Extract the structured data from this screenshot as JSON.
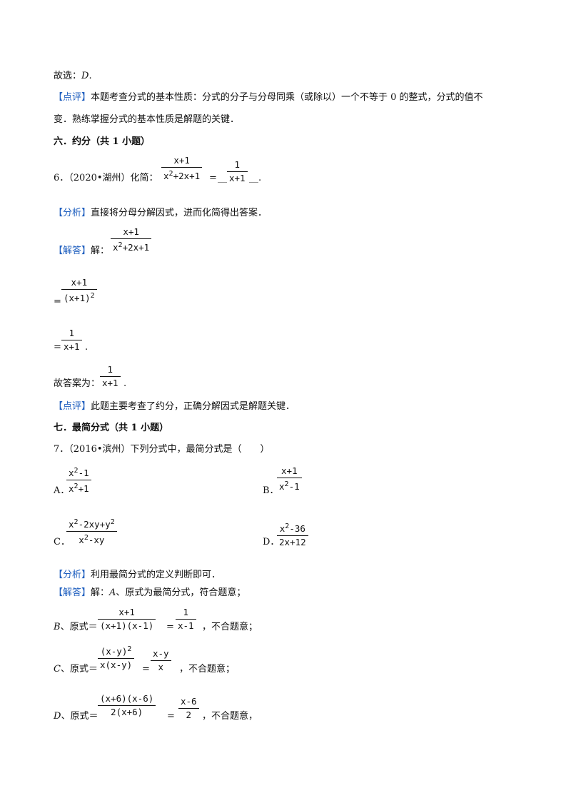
{
  "top": {
    "l1": "故选：",
    "l1_ans": "D",
    "l1_end": ".",
    "dp_tag": "【点评】",
    "dp_text1": "本题考查分式的基本性质：分式的分子与分母同乘（或除以）一个不等于 0 的整式，分式的值不",
    "dp_text2": "变．熟练掌握分式的基本性质是解题的关键．"
  },
  "sec6": {
    "heading": "六．约分（共 1 小题）",
    "q_text": "6．（2020•湖州）化简：",
    "q_num": "x+1",
    "q_den_a": "x",
    "q_den_exp": "2",
    "q_den_b": "+2x+1",
    "q_eq": "=",
    "q_blank_l": "__",
    "q_ans_num": "1",
    "q_ans_den": "x+1",
    "q_blank_r": "__.",
    "fx_tag": "【分析】",
    "fx_text": "直接将分母分解因式，进而化简得出答案．",
    "jd_tag": "【解答】",
    "jd_text": "解：",
    "s1_num": "x+1",
    "s1_den_a": "x",
    "s1_den_exp": "2",
    "s1_den_b": "+2x+1",
    "s2_eq": "=",
    "s2_num": "x+1",
    "s2_den_a": "(x+1)",
    "s2_den_exp": "2",
    "s3_eq": "=",
    "s3_num": "1",
    "s3_den": "x+1",
    "s3_end": ".",
    "ans_text": "故答案为：",
    "ans_num": "1",
    "ans_den": "x+1",
    "ans_end": ".",
    "dp_tag": "【点评】",
    "dp_text": "此题主要考查了约分，正确分解因式是解题关键．"
  },
  "sec7": {
    "heading": "七．最简分式（共 1 小题）",
    "q_text": "7．（2016•滨州）下列分式中，最简分式是（　　）",
    "options": [
      {
        "label": "A．",
        "num_a": "x",
        "num_exp": "2",
        "num_b": "-1",
        "den_a": "x",
        "den_exp": "2",
        "den_b": "+1"
      },
      {
        "label": "B．",
        "num_a": "x+1",
        "num_exp": "",
        "num_b": "",
        "den_a": "x",
        "den_exp": "2",
        "den_b": "-1"
      },
      {
        "label": "C．",
        "num_a": "x",
        "num_exp": "2",
        "num_b": "-2xy+y",
        "num_exp2": "2",
        "den_a": "x",
        "den_exp": "2",
        "den_b": "-xy"
      },
      {
        "label": "D．",
        "num_a": "x",
        "num_exp": "2",
        "num_b": "-36",
        "den_a": "2x+12",
        "den_exp": "",
        "den_b": ""
      }
    ],
    "fx_tag": "【分析】",
    "fx_text": "利用最简分式的定义判断即可．",
    "jd_tag": "【解答】",
    "jd_text_a": "解：",
    "jd_text_b": "A",
    "jd_text_c": "、原式为最简分式，符合题意；",
    "b_pre_a": "B",
    "b_pre_b": "、原式＝",
    "b_f1_num": "x+1",
    "b_f1_den": "(x+1)(x-1)",
    "b_eq": "=",
    "b_f2_num": "1",
    "b_f2_den": "x-1",
    "b_end": "，不合题意；",
    "c_pre_a": "C",
    "c_pre_b": "、原式＝",
    "c_f1_num_a": "(x-y)",
    "c_f1_num_exp": "2",
    "c_f1_den": "x(x-y)",
    "c_eq": "=",
    "c_f2_num": "x-y",
    "c_f2_den": "x",
    "c_end": "，不合题意；",
    "d_pre_a": "D",
    "d_pre_b": "、原式＝",
    "d_f1_num": "(x+6)(x-6)",
    "d_f1_den": "2(x+6)",
    "d_eq": "=",
    "d_f2_num": "x-6",
    "d_f2_den": "2",
    "d_end": "，不合题意，"
  }
}
